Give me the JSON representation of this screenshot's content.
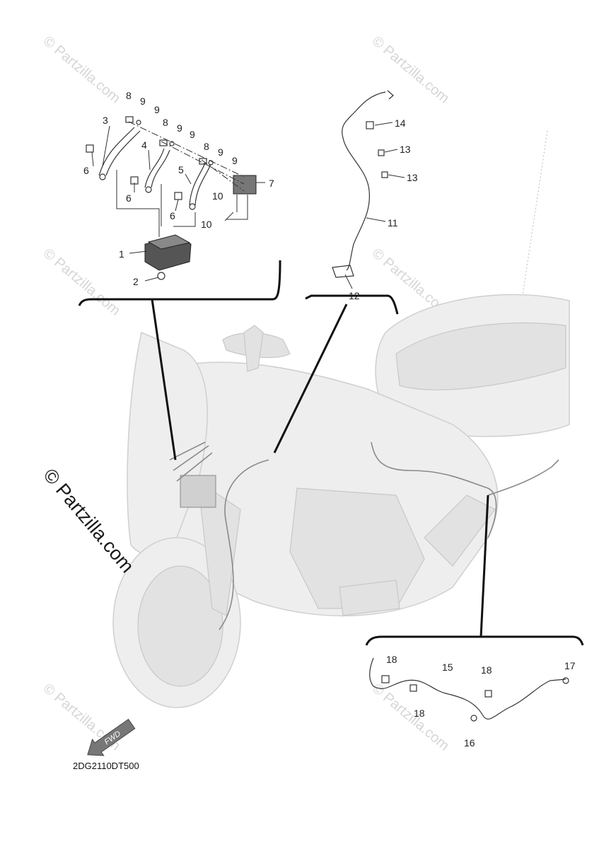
{
  "diagram": {
    "drawing_code": "2DG2110DT500",
    "fwd_label": "FWD",
    "watermark_text": "© Partzilla.com",
    "callouts": [
      {
        "id": "c1",
        "label": "1"
      },
      {
        "id": "c2",
        "label": "2"
      },
      {
        "id": "c3",
        "label": "3"
      },
      {
        "id": "c4",
        "label": "4"
      },
      {
        "id": "c5",
        "label": "5"
      },
      {
        "id": "c6a",
        "label": "6"
      },
      {
        "id": "c6b",
        "label": "6"
      },
      {
        "id": "c6c",
        "label": "6"
      },
      {
        "id": "c7",
        "label": "7"
      },
      {
        "id": "c8a",
        "label": "8"
      },
      {
        "id": "c8b",
        "label": "8"
      },
      {
        "id": "c8c",
        "label": "8"
      },
      {
        "id": "c9a",
        "label": "9"
      },
      {
        "id": "c9b",
        "label": "9"
      },
      {
        "id": "c9c",
        "label": "9"
      },
      {
        "id": "c9d",
        "label": "9"
      },
      {
        "id": "c9e",
        "label": "9"
      },
      {
        "id": "c9f",
        "label": "9"
      },
      {
        "id": "c10a",
        "label": "10"
      },
      {
        "id": "c10b",
        "label": "10"
      },
      {
        "id": "c11",
        "label": "11"
      },
      {
        "id": "c12",
        "label": "12"
      },
      {
        "id": "c13a",
        "label": "13"
      },
      {
        "id": "c13b",
        "label": "13"
      },
      {
        "id": "c14",
        "label": "14"
      },
      {
        "id": "c15",
        "label": "15"
      },
      {
        "id": "c16",
        "label": "16"
      },
      {
        "id": "c17",
        "label": "17"
      },
      {
        "id": "c18a",
        "label": "18"
      },
      {
        "id": "c18b",
        "label": "18"
      },
      {
        "id": "c18c",
        "label": "18"
      }
    ]
  }
}
